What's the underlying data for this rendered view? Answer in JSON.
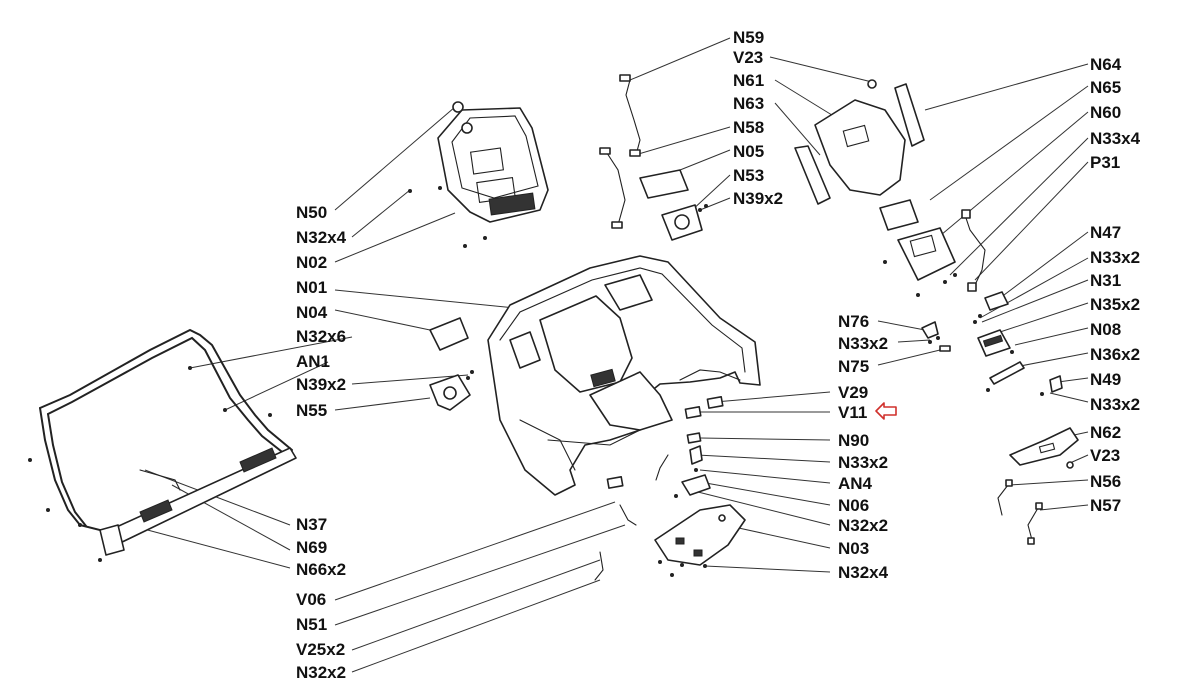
{
  "accent_arrow_color": "#d0312d",
  "labels_left": {
    "N50": "N50",
    "N32x4_a": "N32x4",
    "N02": "N02",
    "N01": "N01",
    "N04": "N04",
    "N32x6": "N32x6",
    "AN1": "AN1",
    "N39x2_a": "N39x2",
    "N55": "N55",
    "N37": "N37",
    "N69": "N69",
    "N66x2": "N66x2",
    "V06": "V06",
    "N51": "N51",
    "V25x2": "V25x2",
    "N32x2_a": "N32x2"
  },
  "labels_top_center": {
    "N59": "N59",
    "V23_a": "V23",
    "N61": "N61",
    "N63": "N63",
    "N58": "N58",
    "N05": "N05",
    "N53": "N53",
    "N39x2_b": "N39x2"
  },
  "labels_top_right": {
    "N64": "N64",
    "N65": "N65",
    "N60": "N60",
    "N33x4": "N33x4",
    "P31": "P31"
  },
  "labels_center": {
    "N76": "N76",
    "N33x2_a": "N33x2",
    "N75": "N75",
    "V29": "V29",
    "V11": "V11",
    "N90": "N90",
    "N33x2_b": "N33x2",
    "AN4": "AN4",
    "N06": "N06",
    "N32x2_b": "N32x2",
    "N03": "N03",
    "N32x4_b": "N32x4"
  },
  "labels_right": {
    "N47": "N47",
    "N33x2_c": "N33x2",
    "N31": "N31",
    "N35x2": "N35x2",
    "N08": "N08",
    "N36x2": "N36x2",
    "N49": "N49",
    "N33x2_d": "N33x2",
    "N62": "N62",
    "V23_b": "V23",
    "N56": "N56",
    "N57": "N57"
  }
}
